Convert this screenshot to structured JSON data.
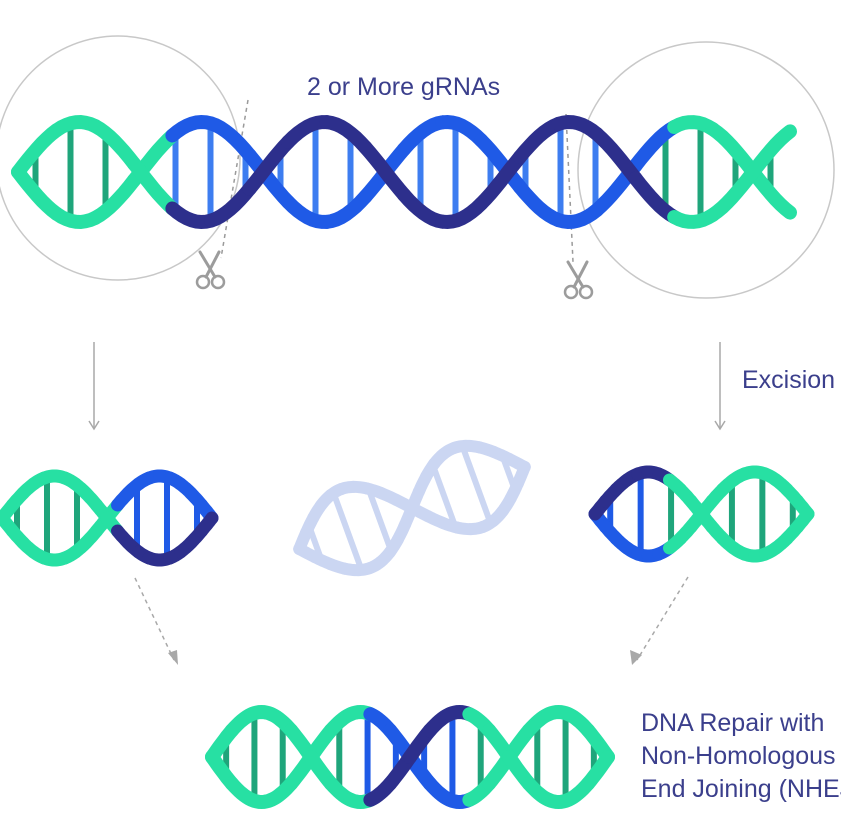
{
  "labels": {
    "grnas": "2 or More gRNAs",
    "excision": "Excision",
    "repair": [
      "DNA Repair with",
      "Non-Homologous",
      "End Joining (NHEJ)"
    ]
  },
  "colors": {
    "teal": "#27e0a3",
    "teal_dark": "#1fa57b",
    "blue": "#1f5ae6",
    "blue_light": "#3d7df0",
    "navy": "#2d2f8c",
    "faded": "#c3cff0",
    "gray": "#b5b5b5",
    "text": "#3b3f8c"
  },
  "icons": [
    "scissors-icon",
    "scissors-icon"
  ]
}
